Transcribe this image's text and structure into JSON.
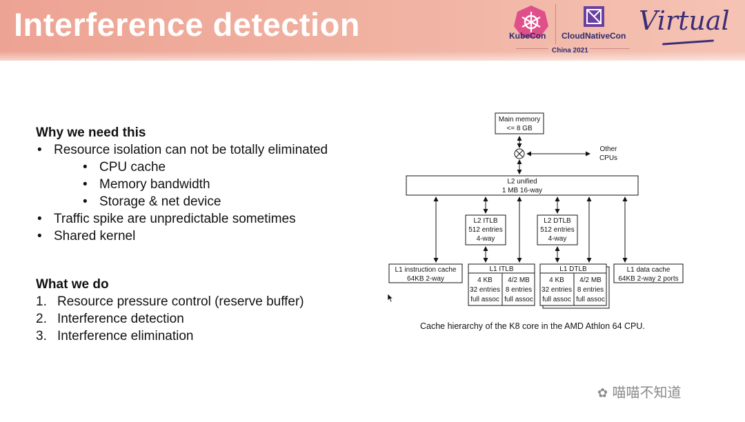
{
  "header": {
    "title": "Interference detection",
    "kubecon": "KubeCon",
    "cloudnativecon": "CloudNativeCon",
    "china": "China 2021",
    "virtual": "Virtual"
  },
  "left": {
    "heading1": "Why we need this",
    "bullets": [
      "Resource isolation can not be totally eliminated",
      "Traffic spike are unpredictable sometimes",
      "Shared kernel"
    ],
    "sub_bullets": [
      "CPU cache",
      "Memory bandwidth",
      "Storage & net device"
    ],
    "heading2": "What we do",
    "steps": [
      {
        "n": "1.",
        "text": "Resource pressure control (reserve buffer)"
      },
      {
        "n": "2.",
        "text": "Interference detection"
      },
      {
        "n": "3.",
        "text": "Interference elimination"
      }
    ]
  },
  "diagram": {
    "main_memory": [
      "Main memory",
      "<= 8 GB"
    ],
    "other_cpus": [
      "Other",
      "CPUs"
    ],
    "crossbar": "⊗",
    "l2_unified": [
      "L2 unified",
      "1 MB 16-way"
    ],
    "l2_itlb": [
      "L2 ITLB",
      "512 entries",
      "4-way"
    ],
    "l2_dtlb": [
      "L2 DTLB",
      "512 entries",
      "4-way"
    ],
    "l1_icache": [
      "L1 instruction cache",
      "64KB 2-way"
    ],
    "l1_itlb": {
      "title": "L1 ITLB",
      "left": [
        "4 KB",
        "32 entries",
        "full assoc"
      ],
      "right": [
        "4/2 MB",
        "8 entries",
        "full assoc"
      ]
    },
    "l1_dtlb": {
      "title": "L1 DTLB",
      "left": [
        "4 KB",
        "32 entries",
        "full assoc"
      ],
      "right": [
        "4/2 MB",
        "8 entries",
        "full assoc"
      ]
    },
    "l1_dcache": [
      "L1 data cache",
      "64KB 2-way 2 ports"
    ],
    "caption": "Cache hierarchy of the K8 core in the AMD Athlon 64 CPU."
  },
  "watermark": "喵喵不知道"
}
